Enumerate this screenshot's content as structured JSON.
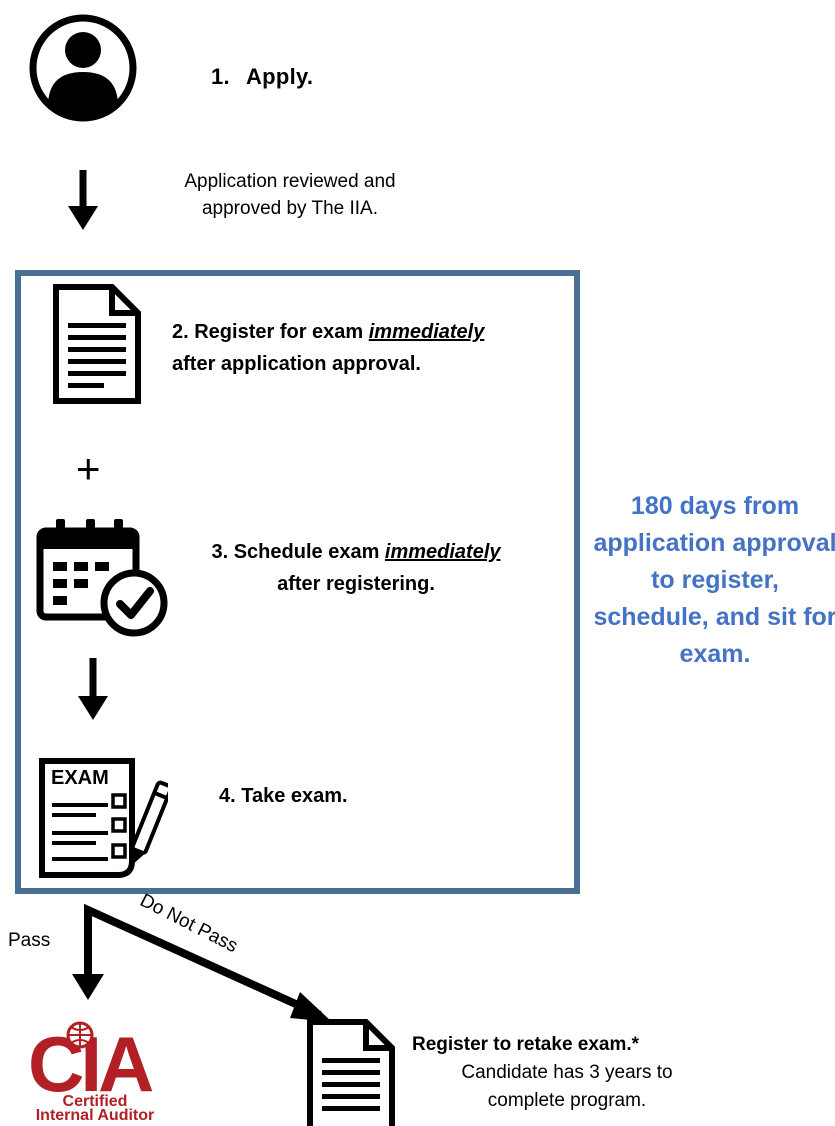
{
  "steps": {
    "apply": {
      "num": "1.",
      "label": "Apply."
    },
    "review_note": "Application reviewed and approved by The IIA.",
    "register": {
      "pre": "2. Register for exam ",
      "emphasis": "immediately",
      "post": "after application approval."
    },
    "plus": "+",
    "schedule": {
      "pre": "3. Schedule exam ",
      "emphasis": "immediately",
      "post": "after registering."
    },
    "take": {
      "label": "4. Take exam."
    }
  },
  "side_note": "180 days from application approval to register, schedule, and sit for exam.",
  "outcomes": {
    "pass": "Pass",
    "do_not_pass": "Do Not Pass",
    "retake_title": "Register to retake exam.*",
    "retake_detail": "Candidate has 3 years to complete program."
  },
  "logo": {
    "mark": "CIA",
    "line1": "Certified",
    "line2": "Internal Auditor"
  },
  "icons": {
    "exam_sheet_label": "EXAM"
  },
  "colors": {
    "frame": "#4a6f95",
    "side_note": "#4472c4",
    "logo_red": "#b21f24"
  }
}
